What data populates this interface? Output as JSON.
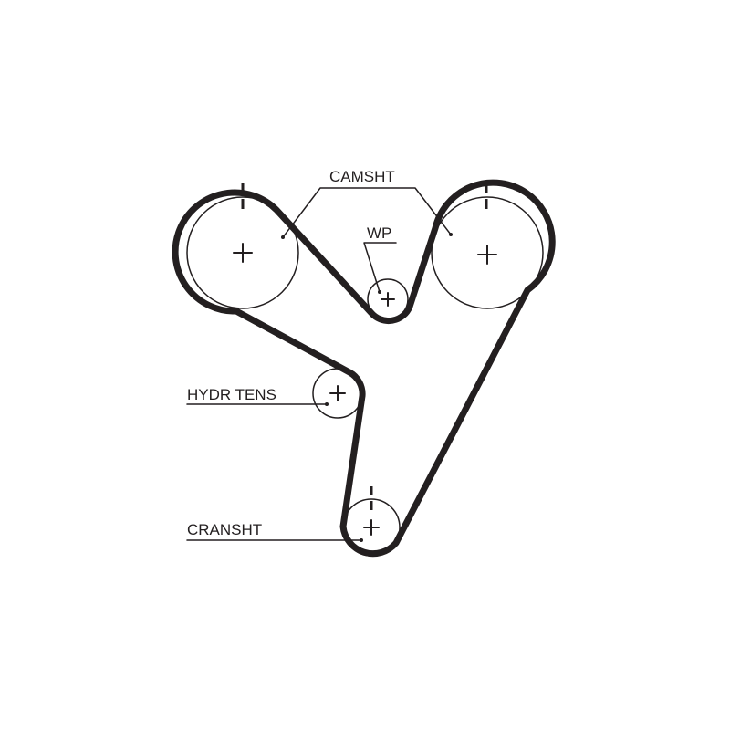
{
  "diagram": {
    "labels": {
      "camshaft": "CAMSHT",
      "water_pump": "WP",
      "hydraulic_tensioner": "HYDR TENS",
      "crankshaft": "CRANSHT"
    },
    "colors": {
      "ink": "#231f20",
      "background": "#ffffff"
    }
  }
}
